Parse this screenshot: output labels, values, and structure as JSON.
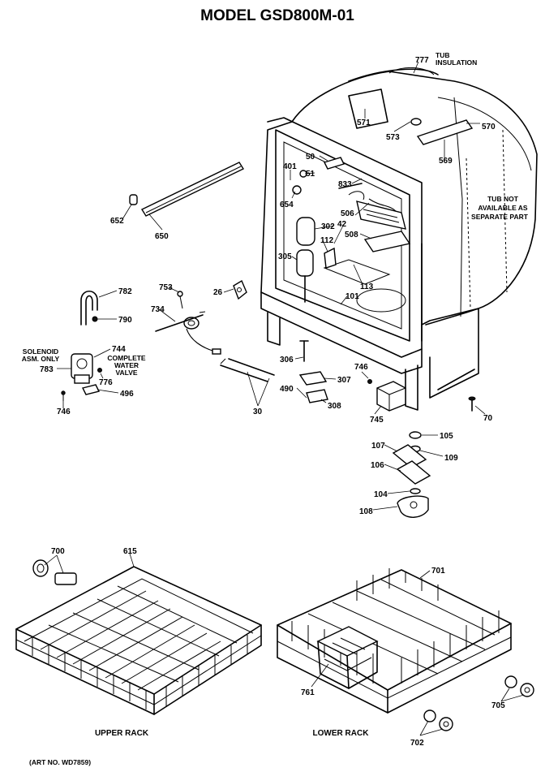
{
  "title": "MODEL GSD800M-01",
  "art_number": "(ART NO. WD7859)",
  "notes": {
    "tub_insulation_line1": "TUB",
    "tub_insulation_line2": "INSULATION",
    "tub_not_available_line1": "TUB NOT",
    "tub_not_available_line2": "AVAILABLE AS",
    "tub_not_available_line3": "SEPARATE PART",
    "solenoid_line1": "SOLENOID",
    "solenoid_line2": "ASM. ONLY",
    "water_valve_line1": "COMPLETE",
    "water_valve_line2": "WATER",
    "water_valve_line3": "VALVE"
  },
  "rack_labels": {
    "upper": "UPPER RACK",
    "lower": "LOWER RACK"
  },
  "parts": {
    "p777": "777",
    "p571": "571",
    "p573": "573",
    "p570": "570",
    "p569": "569",
    "p50": "50",
    "p401": "401",
    "p51": "51",
    "p833": "833",
    "p654": "654",
    "p506": "506",
    "p302": "302",
    "p42": "42",
    "p508": "508",
    "p112": "112",
    "p305": "305",
    "p113": "113",
    "p101": "101",
    "p652": "652",
    "p650": "650",
    "p782": "782",
    "p790": "790",
    "p753": "753",
    "p26": "26",
    "p734": "734",
    "p744": "744",
    "p783": "783",
    "p776": "776",
    "p496": "496",
    "p746a": "746",
    "p30": "30",
    "p306": "306",
    "p490": "490",
    "p307": "307",
    "p308": "308",
    "p746b": "746",
    "p745": "745",
    "p70": "70",
    "p105": "105",
    "p107": "107",
    "p109": "109",
    "p106": "106",
    "p104": "104",
    "p108": "108",
    "p700": "700",
    "p615": "615",
    "p701": "701",
    "p761": "761",
    "p705": "705",
    "p702": "702"
  }
}
